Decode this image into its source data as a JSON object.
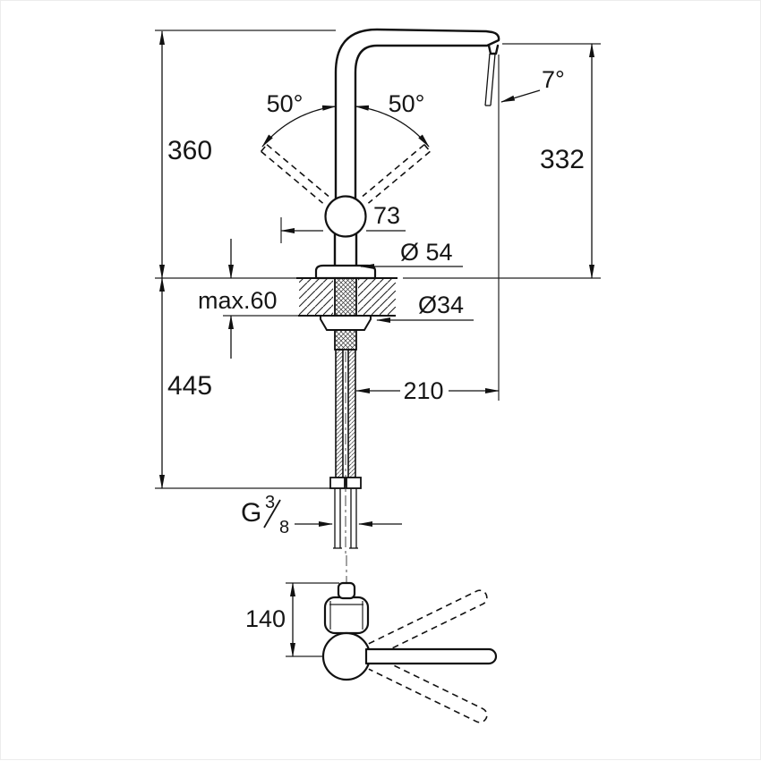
{
  "page": {
    "background": "#ffffff",
    "line_color": "#111111"
  },
  "dimensions": {
    "total_height": "360",
    "spout_height": "332",
    "below_counter_length": "445",
    "counter_thickness": "max.60",
    "handle_offset": "73",
    "base_diameter": "Ø 54",
    "hole_diameter": "Ø34",
    "projection": "210",
    "stream_angle": "7°",
    "swivel_left": "50°",
    "swivel_right": "50°",
    "lever_radius": "140",
    "thread": {
      "prefix": "G",
      "numerator": "3",
      "denominator": "8",
      "display": "G 3/8"
    }
  }
}
